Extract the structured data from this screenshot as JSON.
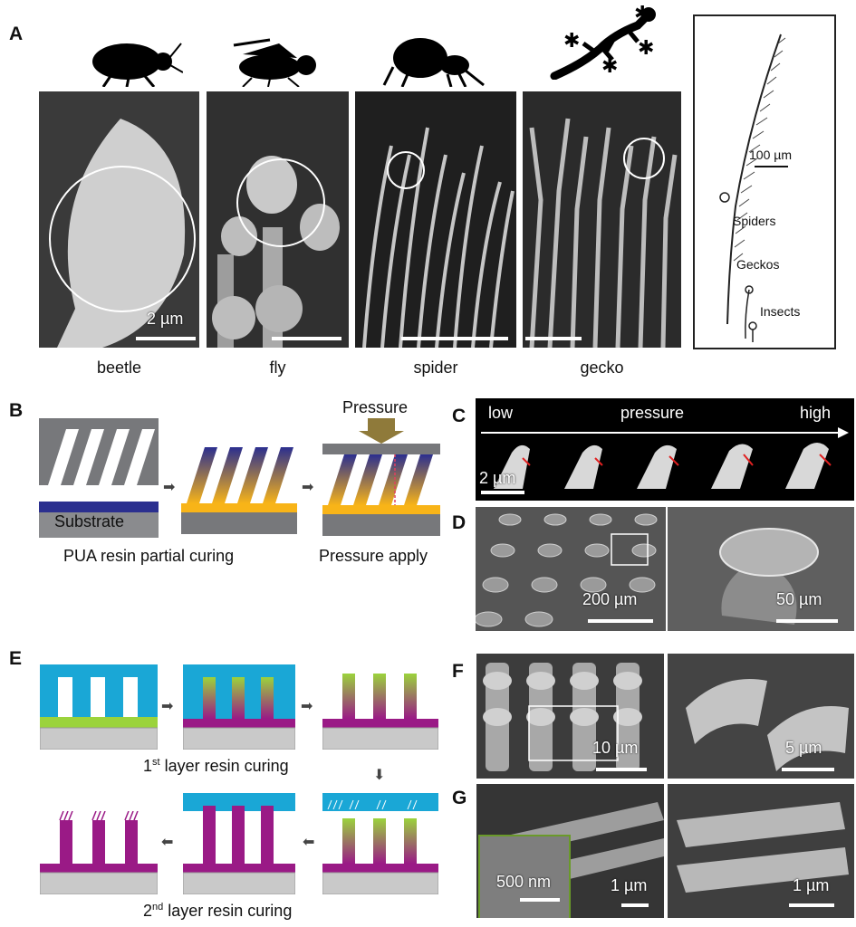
{
  "panels": {
    "A": {
      "letter": "A",
      "organisms": [
        {
          "name": "beetle",
          "icon": "beetle-icon",
          "scale_label": "2 µm"
        },
        {
          "name": "fly",
          "icon": "fly-icon",
          "scale_label": ""
        },
        {
          "name": "spider",
          "icon": "spider-icon",
          "scale_label": ""
        },
        {
          "name": "gecko",
          "icon": "gecko-icon",
          "scale_label": ""
        }
      ],
      "hair_diagram": {
        "scale_label": "100 µm",
        "labels": [
          "Spiders",
          "Geckos",
          "Insects"
        ]
      }
    },
    "B": {
      "letter": "B",
      "substrate_label": "Substrate",
      "pressure_label": "Pressure",
      "caption_left": "PUA resin partial curing",
      "caption_right": "Pressure apply"
    },
    "C": {
      "letter": "C",
      "low_label": "low",
      "mid_label": "pressure",
      "high_label": "high",
      "scale_label": "2 µm"
    },
    "D": {
      "letter": "D",
      "scale_left": "200 µm",
      "scale_right": "50 µm"
    },
    "E": {
      "letter": "E",
      "caption_first_num": "1",
      "caption_first_sup": "st",
      "caption_first_rest": " layer resin curing",
      "caption_second_num": "2",
      "caption_second_sup": "nd",
      "caption_second_rest": " layer resin curing"
    },
    "F": {
      "letter": "F",
      "scale_left": "10 µm",
      "scale_right": "5 µm"
    },
    "G": {
      "letter": "G",
      "scale_inset": "500 nm",
      "scale_left": "1 µm",
      "scale_right": "1 µm"
    }
  },
  "colors": {
    "gray": "#77787b",
    "navy": "#2b2f8f",
    "orange": "#f8b418",
    "cyan": "#1aa7d6",
    "green": "#9bd33c",
    "magenta": "#9a1a86",
    "silver": "#c9c9c9"
  }
}
